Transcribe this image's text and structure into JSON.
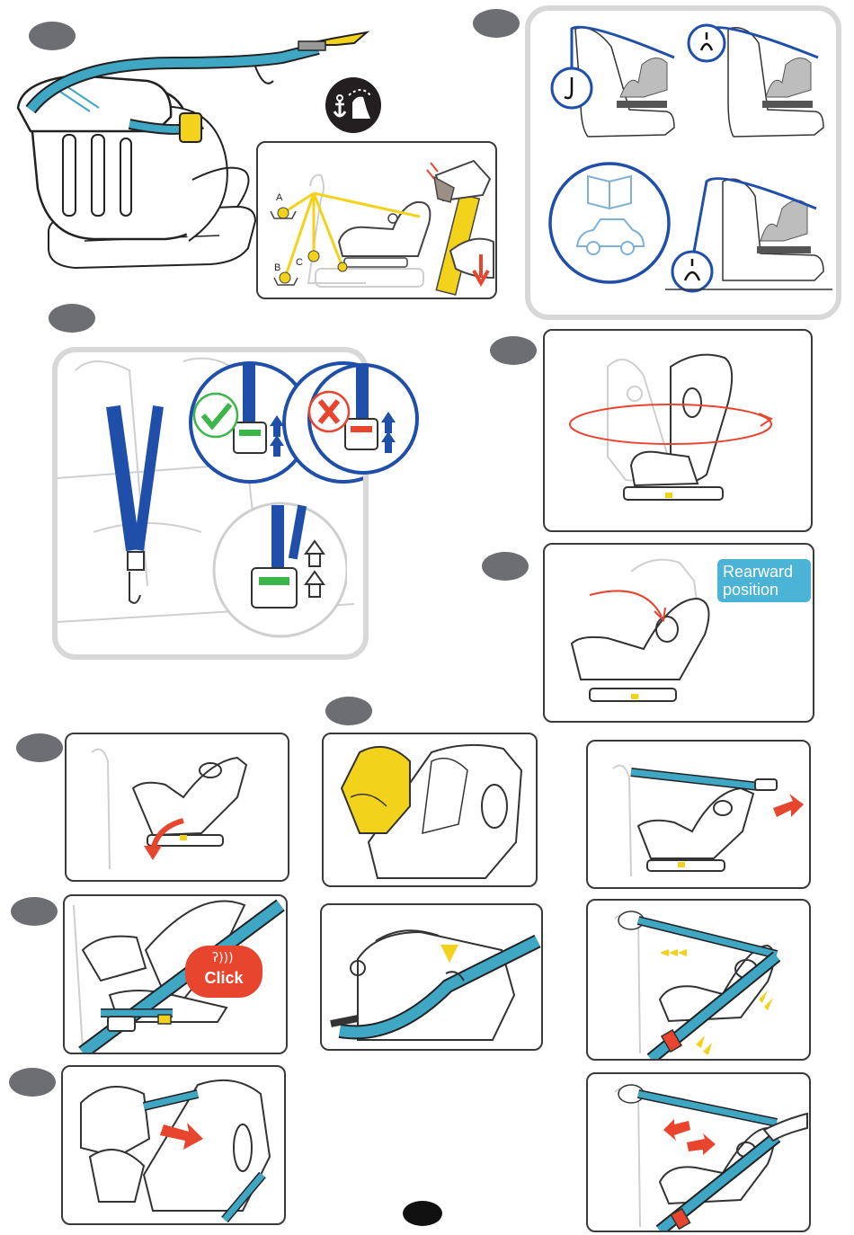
{
  "diagram_labels": {
    "anchor_a": "A",
    "anchor_b": "B",
    "anchor_c": "C"
  },
  "rearward_label": "Rearward position",
  "click_label": "Click",
  "colors": {
    "strap_blue": "#3fa7c4",
    "belt_dark_blue": "#1f4fa8",
    "accent_yellow": "#f2d21b",
    "warning_red": "#e8452e",
    "ok_green": "#3cb54a",
    "badge_grey": "#6d6e71"
  },
  "icons": [
    "anchor-icon",
    "check-icon",
    "cross-icon",
    "hook-icon",
    "manual-icon",
    "car-icon",
    "hand-icon",
    "sound-icon"
  ]
}
